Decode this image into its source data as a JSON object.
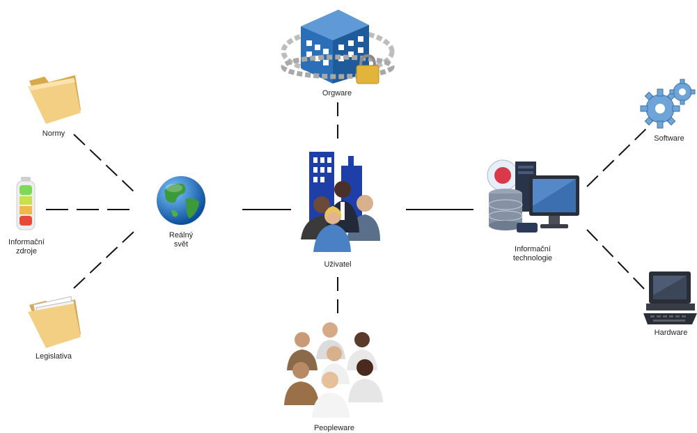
{
  "nodes": {
    "normy": "Normy",
    "informacni_zdroje": "Informační\nzdroje",
    "legislativa": "Legislativa",
    "realny_svet": "Reálný\nsvět",
    "orgware": "Orgware",
    "uzivatel": "Uživatel",
    "peopleware": "Peopleware",
    "informacni_technologie": "Informační\ntechnologie",
    "software": "Software",
    "hardware": "Hardware"
  },
  "icons": {
    "normy": "folder-icon",
    "informacni_zdroje": "battery-icon",
    "legislativa": "folder-with-documents-icon",
    "realny_svet": "globe-icon",
    "orgware": "locked-building-icon",
    "uzivatel": "business-people-icon",
    "peopleware": "people-group-icon",
    "informacni_technologie": "computer-database-icon",
    "software": "gears-icon",
    "hardware": "desktop-computer-icon"
  },
  "colors": {
    "connector": "#111111",
    "folder": "#e9c06a",
    "building": "#2a5f9e",
    "globe_ocean": "#1f6fbf",
    "globe_land": "#3d9a3a"
  }
}
